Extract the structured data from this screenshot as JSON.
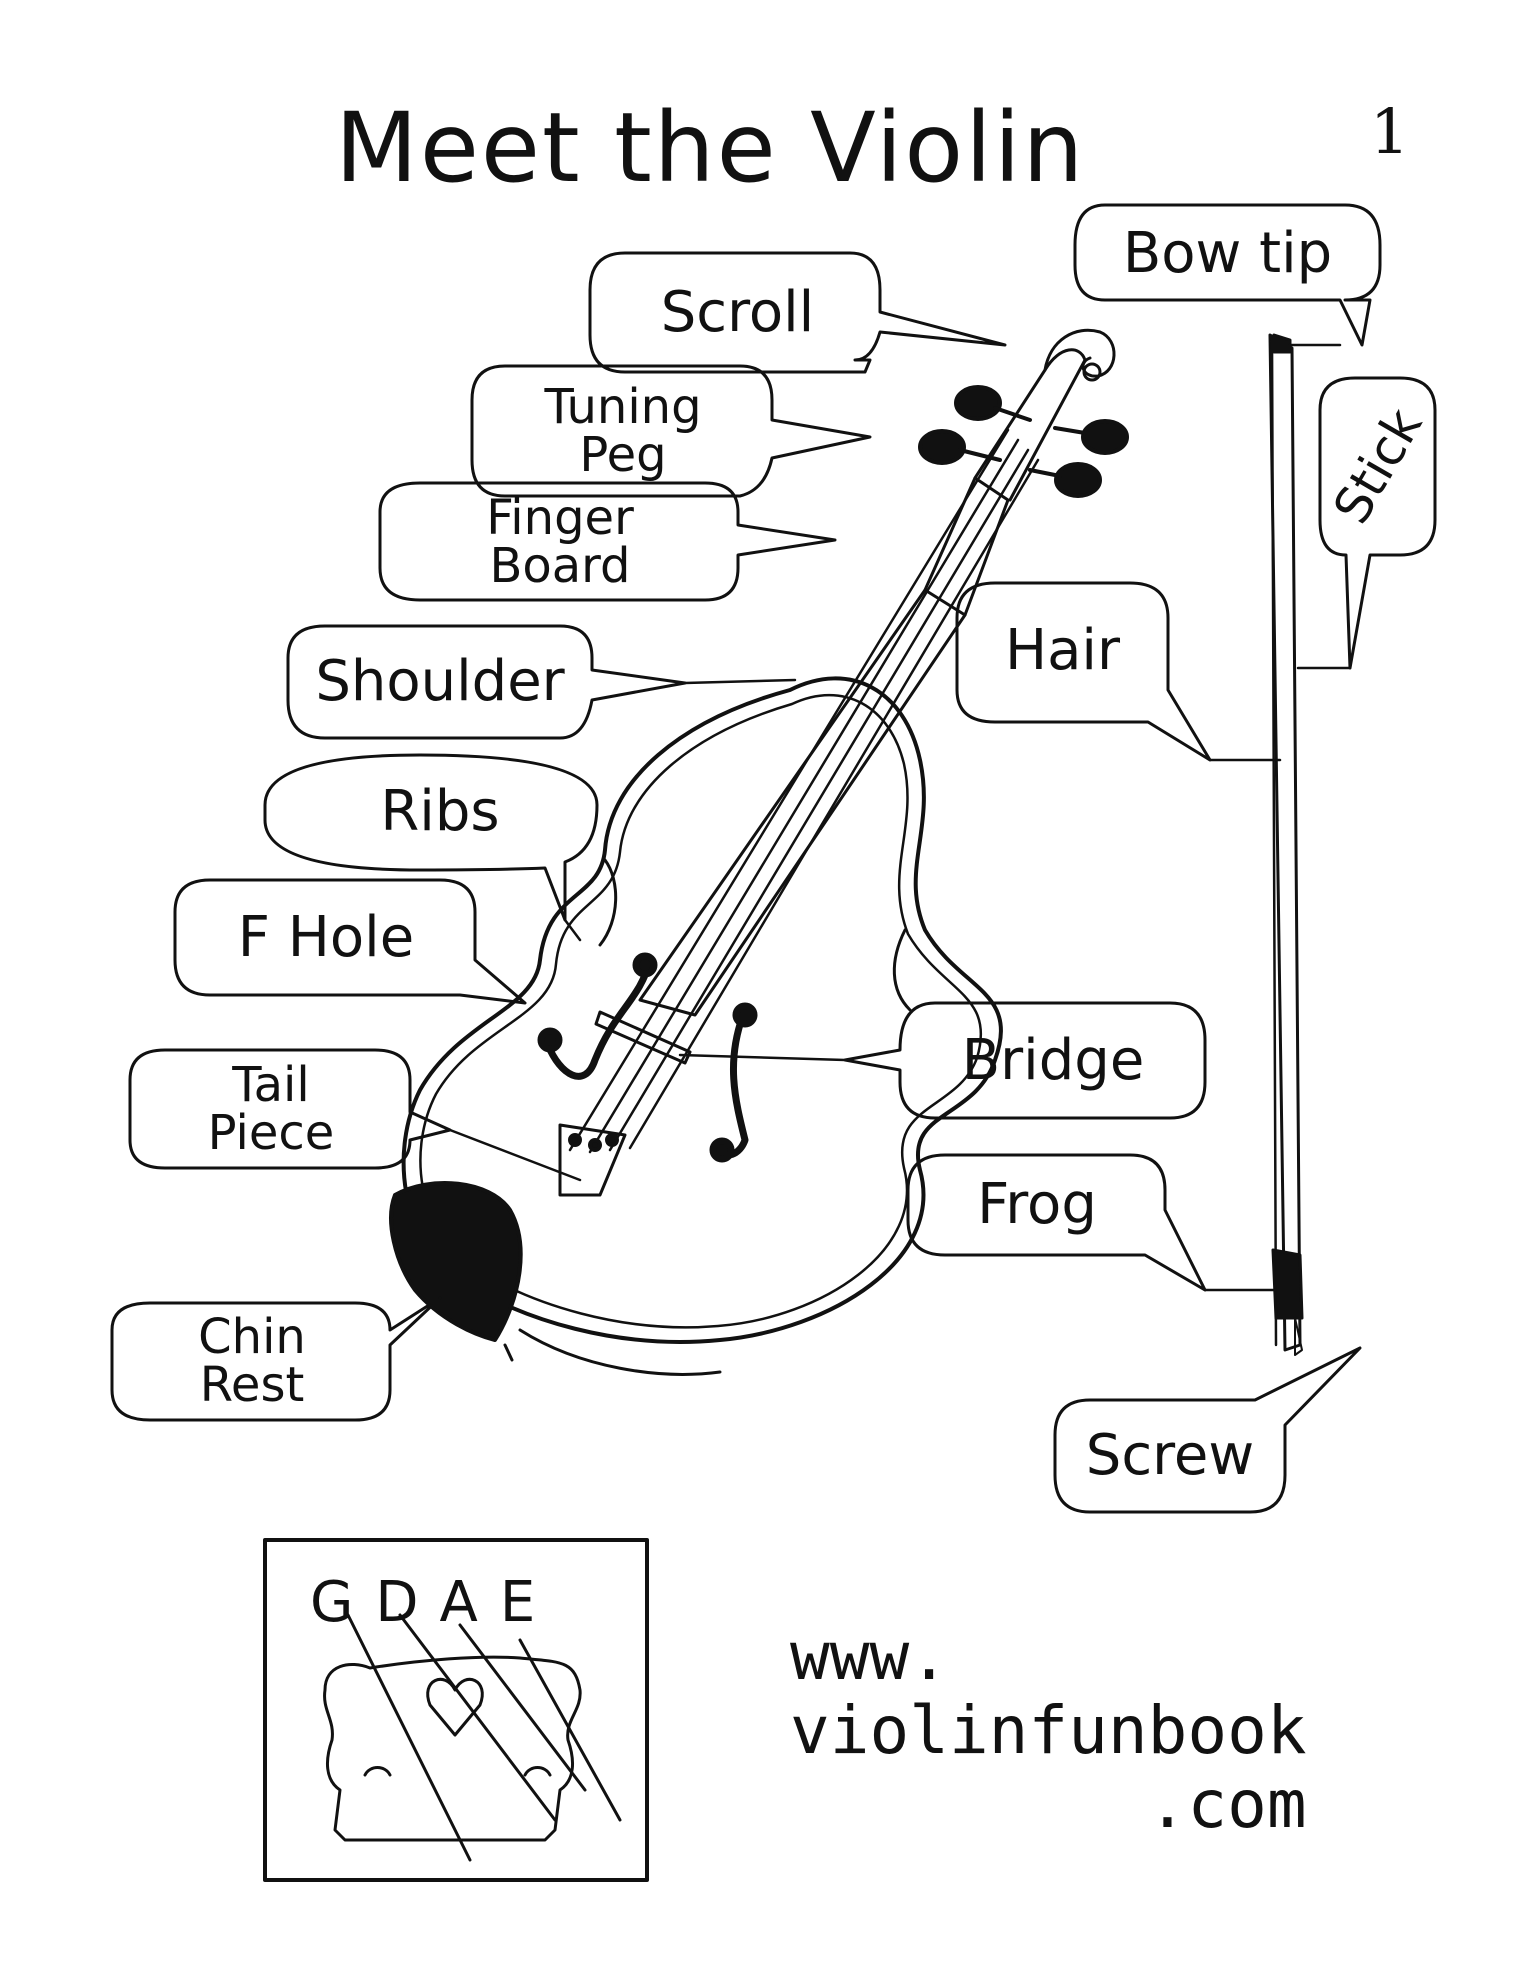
{
  "title": "Meet the Violin",
  "page_number": "1",
  "labels": {
    "bow_tip": "Bow tip",
    "scroll": "Scroll",
    "tuning_peg_1": "Tuning",
    "tuning_peg_2": "Peg",
    "finger_board_1": "Finger",
    "finger_board_2": "Board",
    "stick": "Stick",
    "shoulder": "Shoulder",
    "hair": "Hair",
    "ribs": "Ribs",
    "f_hole": "F Hole",
    "bridge": "Bridge",
    "tail_piece_1": "Tail",
    "tail_piece_2": "Piece",
    "frog": "Frog",
    "chin_rest_1": "Chin",
    "chin_rest_2": "Rest",
    "screw": "Screw"
  },
  "strings_inset": {
    "letters": "GDAE"
  },
  "website": {
    "line1": "www.",
    "line2": "violinfunbook",
    "line3": ".com"
  }
}
